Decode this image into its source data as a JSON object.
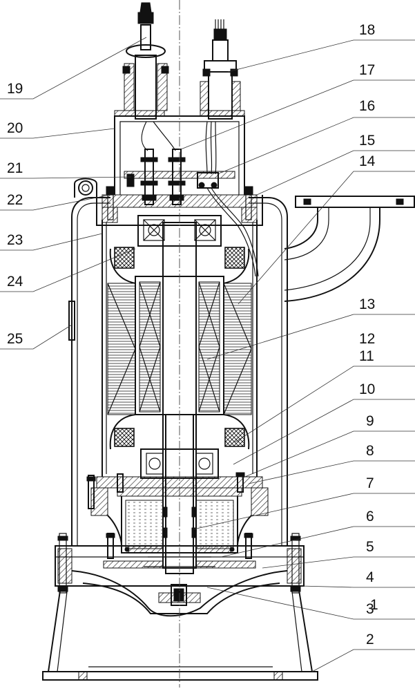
{
  "figure": {
    "part_labels": [
      "1",
      "2",
      "3",
      "4",
      "5",
      "6",
      "7",
      "8",
      "9",
      "10",
      "11",
      "12",
      "13",
      "14",
      "15",
      "16",
      "17",
      "18",
      "19",
      "20",
      "21",
      "22",
      "23",
      "24",
      "25"
    ]
  }
}
